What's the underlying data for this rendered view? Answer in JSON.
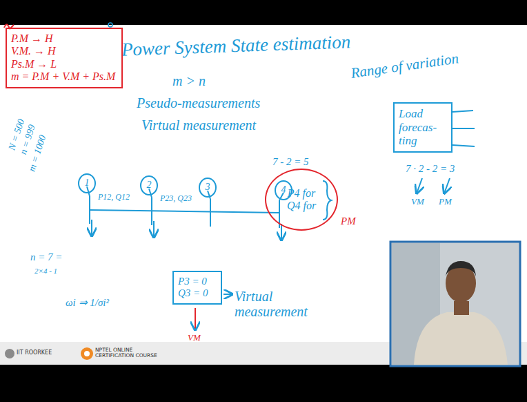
{
  "diagram": {
    "title": "Power System State estimation",
    "nodes": [
      {
        "text": [
          "P.M → H",
          "V.M. → H",
          "Ps.M → L",
          "m = P.M + V.M + Ps.M"
        ]
      },
      {
        "text": [
          "Load forecas- ting"
        ]
      },
      {
        "text": [
          "1"
        ]
      },
      {
        "text": [
          "2"
        ]
      },
      {
        "text": [
          "3"
        ]
      },
      {
        "text": [
          "4"
        ]
      },
      {
        "text": [
          "P4 for",
          "Q4 for"
        ]
      },
      {
        "text": [
          "P3 = 0",
          "Q3 = 0"
        ]
      }
    ],
    "labels": [
      "m > n",
      "Pseudo-measurements",
      "Virtual measurement",
      "Range of variation",
      "N = 500",
      "n = 999",
      "m = 1000",
      "7 - 2 = 5",
      "PM",
      "7 · 2 - 2 = 3",
      "VM",
      "PM",
      "P12, Q12",
      "P23, Q23",
      "n = 7 =",
      "2×4 - 1",
      "ωi ⇒ 1/σi²",
      "Virtual measurement",
      "VM",
      "IIT ROORKEE",
      "NPTEL ONLINE CERTIFICATION COURSE"
    ]
  }
}
